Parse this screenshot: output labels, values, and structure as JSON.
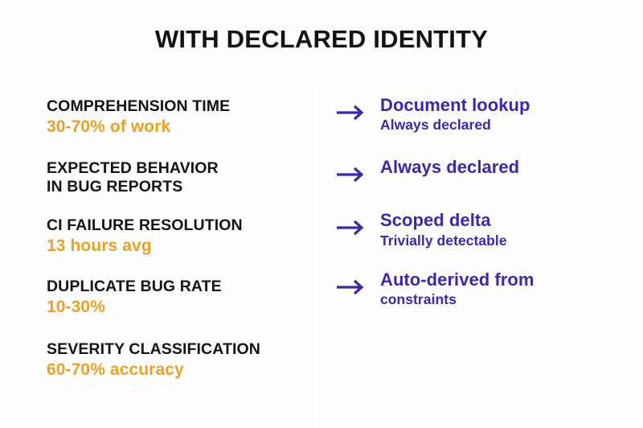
{
  "slide": {
    "title": "WITH DECLARED IDENTITY",
    "background_color": "#fdfdfd",
    "title_color": "#121212",
    "accent_orange": "#eba024",
    "accent_purple": "#3a29a8",
    "divider_color": "#fafafa"
  },
  "left_column": {
    "items": [
      {
        "label": "COMPREHENSION TIME",
        "value": "30-70% of work"
      },
      {
        "label_line1": "EXPECTED BEHAVIOR",
        "label_line2": "IN BUG REPORTS",
        "value": ""
      },
      {
        "label": "CI FAILURE RESOLUTION",
        "value": "13 hours avg"
      },
      {
        "label": "DUPLICATE BUG RATE",
        "value": "10-30%"
      },
      {
        "label": "SEVERITY CLASSIFICATION",
        "value": "60-70% accuracy"
      }
    ]
  },
  "right_column": {
    "items": [
      {
        "icon": "arrow-right-icon",
        "head": "Document lookup",
        "sub": "Always declared"
      },
      {
        "icon": "arrow-right-icon",
        "head": "Always declared",
        "sub": ""
      },
      {
        "icon": "arrow-right-icon",
        "head": "Scoped delta",
        "sub": "Trivially detectable"
      },
      {
        "icon": "arrow-right-icon",
        "head": "Auto-derived from",
        "sub": "constraints"
      }
    ]
  }
}
